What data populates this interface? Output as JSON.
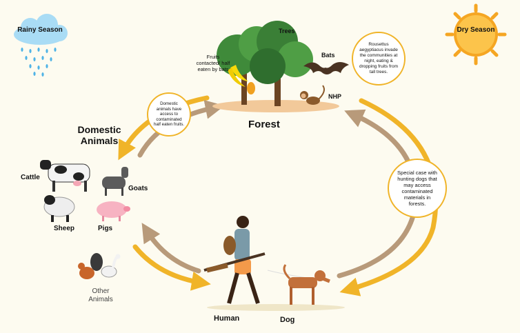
{
  "seasons": {
    "rainy": "Rainy Season",
    "dry": "Dry Season"
  },
  "forest": {
    "title": "Forest",
    "trees": "Trees",
    "bats": "Bats",
    "nhp": "NHP",
    "fruits_note": "Fruits contacted/ half eaten by bats",
    "bats_note": "Rousettus aegyptiacus invade the communities at night, eating & dropping fruits from tall trees."
  },
  "domestic": {
    "title": "Domestic Animals",
    "note": "Domestic animals have access to contaminated half eaten fruits.",
    "cattle": "Cattle",
    "goats": "Goats",
    "sheep": "Sheep",
    "pigs": "Pigs",
    "other": "Other Animals"
  },
  "human_group": {
    "human": "Human",
    "dog": "Dog",
    "dog_note": "Special case with hunting dogs that may access contaminated materials in forests."
  },
  "colors": {
    "background": "#fdfbf0",
    "arrow_gold": "#f0b429",
    "arrow_brown": "#b89a7a",
    "cloud": "#a9dcf5",
    "rain": "#4fb3e6",
    "sun": "#f5a623",
    "ground": "#f2c99a"
  }
}
